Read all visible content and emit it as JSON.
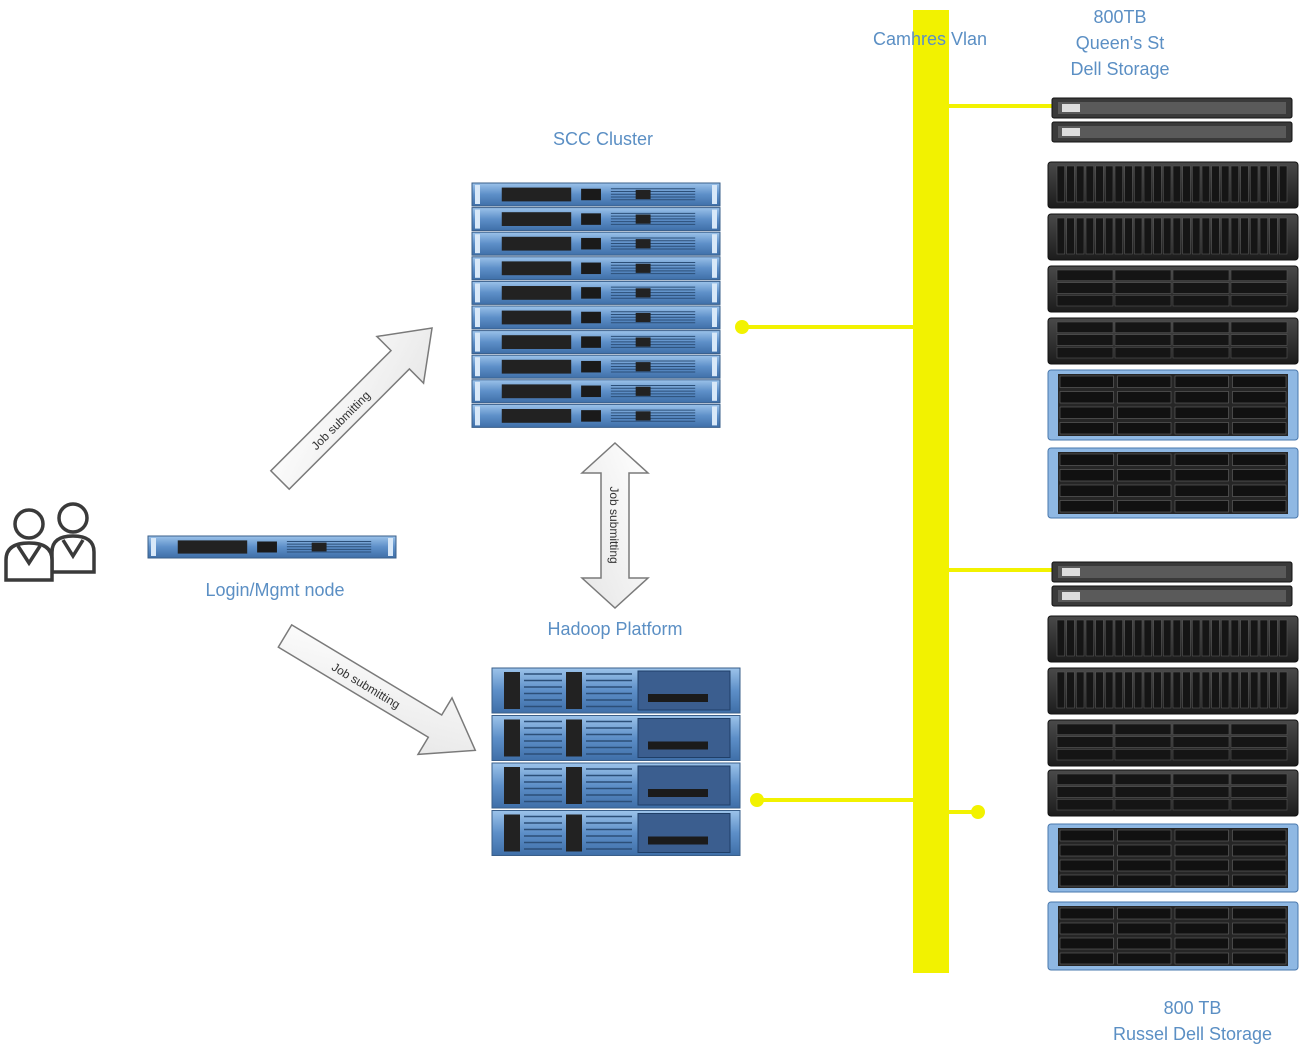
{
  "labels": {
    "vlan": "Camhres Vlan",
    "queens_storage": [
      "800TB",
      "Queen's St",
      "Dell Storage"
    ],
    "scc_cluster": "SCC Cluster",
    "login_node": "Login/Mgmt node",
    "hadoop": "Hadoop Platform",
    "russel_storage": [
      "800 TB",
      "Russel Dell Storage"
    ]
  },
  "arrows": {
    "to_scc": "Job submitting",
    "scc_hadoop": "Job submitting",
    "to_hadoop": "Job submitting"
  },
  "icons": {
    "users": "users-icon",
    "server": "rack-server-icon",
    "storage": "storage-array-icon"
  },
  "colors": {
    "label": "#5b8fc4",
    "vlan": "#f2f200",
    "server_blue": "#6a9bd0",
    "storage_dark": "#2b2b2b"
  }
}
